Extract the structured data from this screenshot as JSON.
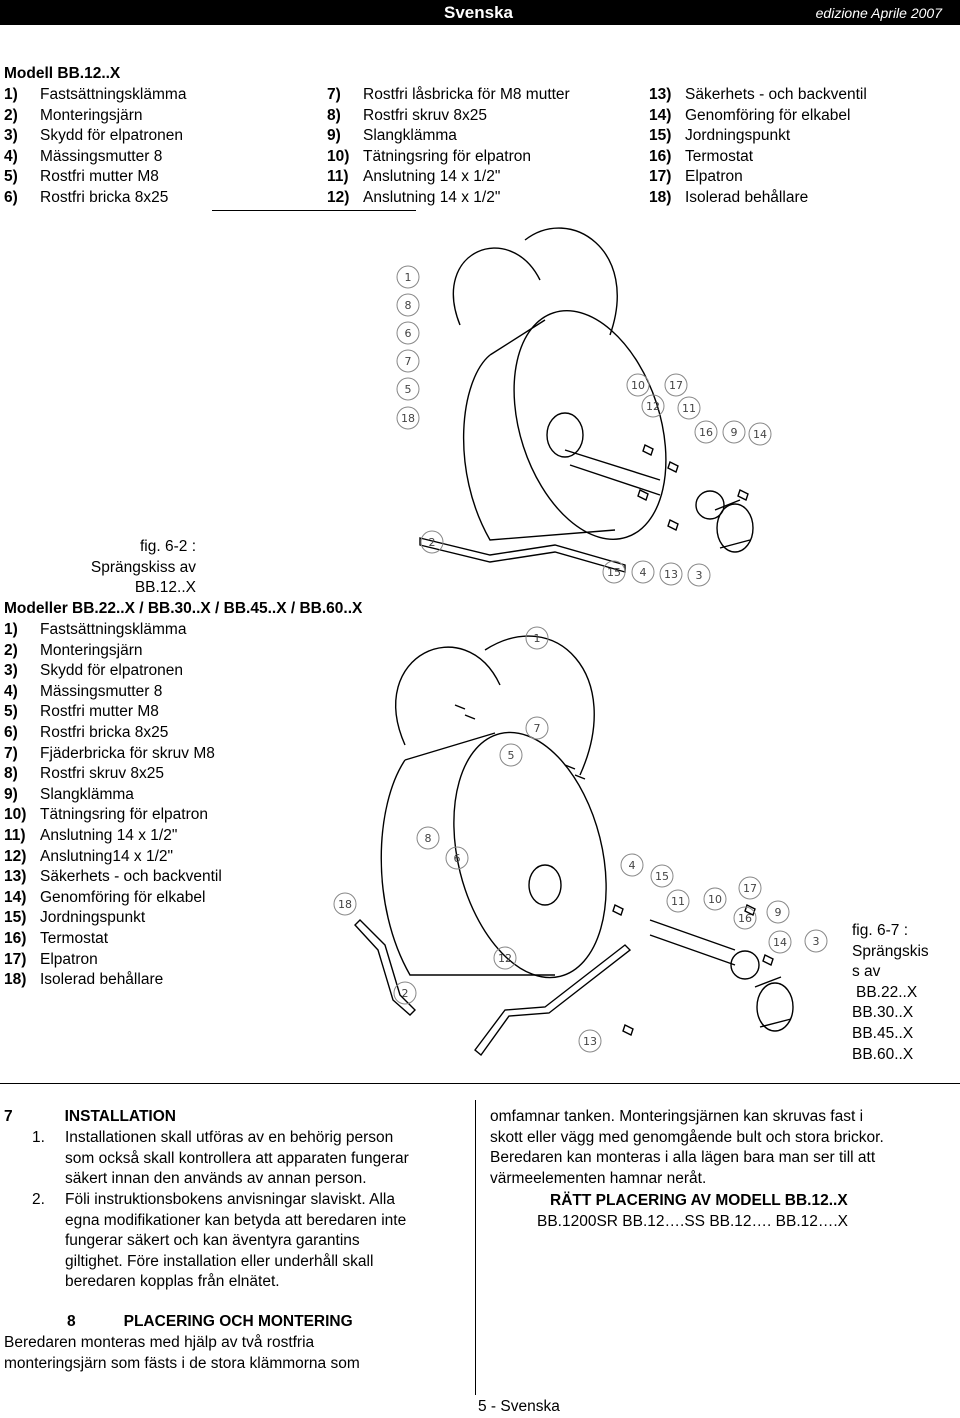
{
  "header": {
    "language": "Svenska",
    "edition": "edizione Aprile 2007"
  },
  "section1": {
    "title": "Modell BB.12..X",
    "col1": [
      {
        "num": "1)",
        "text": "Fastsättningsklämma"
      },
      {
        "num": "2)",
        "text": "Monteringsjärn"
      },
      {
        "num": "3)",
        "text": "Skydd för elpatronen"
      },
      {
        "num": "4)",
        "text": "Mässingsmutter 8"
      },
      {
        "num": "5)",
        "text": "Rostfri mutter M8"
      },
      {
        "num": "6)",
        "text": "Rostfri bricka 8x25"
      }
    ],
    "col2": [
      {
        "num": "7)",
        "text": "Rostfri låsbricka för M8 mutter"
      },
      {
        "num": "8)",
        "text": "Rostfri skruv 8x25"
      },
      {
        "num": "9)",
        "text": "Slangklämma"
      },
      {
        "num": "10)",
        "text": "Tätningsring för elpatron"
      },
      {
        "num": "11)",
        "text": "Anslutning 14 x 1/2\""
      },
      {
        "num": "12)",
        "text": "Anslutning 14 x 1/2\""
      }
    ],
    "col3": [
      {
        "num": "13)",
        "text": "Säkerhets - och backventil"
      },
      {
        "num": "14)",
        "text": "Genomföring för elkabel"
      },
      {
        "num": "15)",
        "text": "Jordningspunkt"
      },
      {
        "num": "16)",
        "text": "Termostat"
      },
      {
        "num": "17)",
        "text": "Elpatron"
      },
      {
        "num": "18)",
        "text": "Isolerad behållare"
      }
    ],
    "caption": {
      "line1": "fig. 6-2 :",
      "line2": "Sprängskiss av",
      "line3": "BB.12..X"
    }
  },
  "section2": {
    "title": "Modeller BB.22..X / BB.30..X / BB.45..X / BB.60..X",
    "items": [
      {
        "num": "1)",
        "text": "Fastsättningsklämma"
      },
      {
        "num": "2)",
        "text": "Monteringsjärn"
      },
      {
        "num": "3)",
        "text": "Skydd för elpatronen"
      },
      {
        "num": "4)",
        "text": "Mässingsmutter 8"
      },
      {
        "num": "5)",
        "text": "Rostfri mutter M8"
      },
      {
        "num": "6)",
        "text": "Rostfri bricka 8x25"
      },
      {
        "num": "7)",
        "text": "Fjäderbricka för skruv M8"
      },
      {
        "num": "8)",
        "text": "Rostfri skruv 8x25"
      },
      {
        "num": "9)",
        "text": "Slangklämma"
      },
      {
        "num": "10)",
        "text": "Tätningsring för elpatron"
      },
      {
        "num": "11)",
        "text": "Anslutning 14 x 1/2\""
      },
      {
        "num": "12)",
        "text": "Anslutning14 x 1/2\""
      },
      {
        "num": "13)",
        "text": "Säkerhets - och backventil"
      },
      {
        "num": "14)",
        "text": "Genomföring för elkabel"
      },
      {
        "num": "15)",
        "text": "Jordningspunkt"
      },
      {
        "num": "16)",
        "text": "Termostat"
      },
      {
        "num": "17)",
        "text": "Elpatron"
      },
      {
        "num": "18)",
        "text": "Isolerad behållare"
      }
    ],
    "caption": {
      "line1": "fig. 6-7 :",
      "line2": "Sprängskis",
      "line3": "s av",
      "line4": "BB.22..X",
      "line5": "BB.30..X",
      "line6": "BB.45..X",
      "line7": "BB.60..X"
    }
  },
  "diagram1_callouts": [
    "1",
    "8",
    "6",
    "7",
    "5",
    "18",
    "10",
    "17",
    "12",
    "11",
    "16",
    "9",
    "14",
    "2",
    "15",
    "4",
    "13",
    "3"
  ],
  "diagram2_callouts": [
    "1",
    "7",
    "5",
    "8",
    "6",
    "18",
    "2",
    "12",
    "13",
    "4",
    "15",
    "11",
    "10",
    "17",
    "16",
    "9",
    "14",
    "3"
  ],
  "installation": {
    "num": "7",
    "title": "INSTALLATION",
    "item1_num": "1.",
    "item1_lines": [
      "Installationen skall utföras av en behörig person",
      "som också skall kontrollera att apparaten fungerar",
      "säkert innan den används av annan person."
    ],
    "item2_num": "2.",
    "item2_lines": [
      "Föli instruktionsbokens anvisningar slaviskt. Alla",
      "egna modifikationer kan betyda att beredaren inte",
      "fungerar säkert och kan äventyra garantins",
      "giltighet. Före installation eller underhåll skall",
      "beredaren kopplas från elnätet."
    ]
  },
  "placering": {
    "num": "8",
    "title": "PLACERING OCH MONTERING",
    "lines": [
      "Beredaren monteras med hjälp av två rostfria",
      "monteringsjärn som fästs i de stora klämmorna som"
    ]
  },
  "right_column": {
    "lines": [
      "omfamnar tanken. Monteringsjärnen kan skruvas fast i",
      "skott eller vägg med genomgående bult och stora brickor.",
      "Beredaren kan monteras i alla lägen bara man ser till att",
      "värmeelementen hamnar neråt."
    ],
    "heading": "RÄTT PLACERING  AV MODELL BB.12..X",
    "models": "BB.1200SR  BB.12….SS  BB.12….  BB.12….X"
  },
  "footer": {
    "page": "5 - Svenska"
  }
}
